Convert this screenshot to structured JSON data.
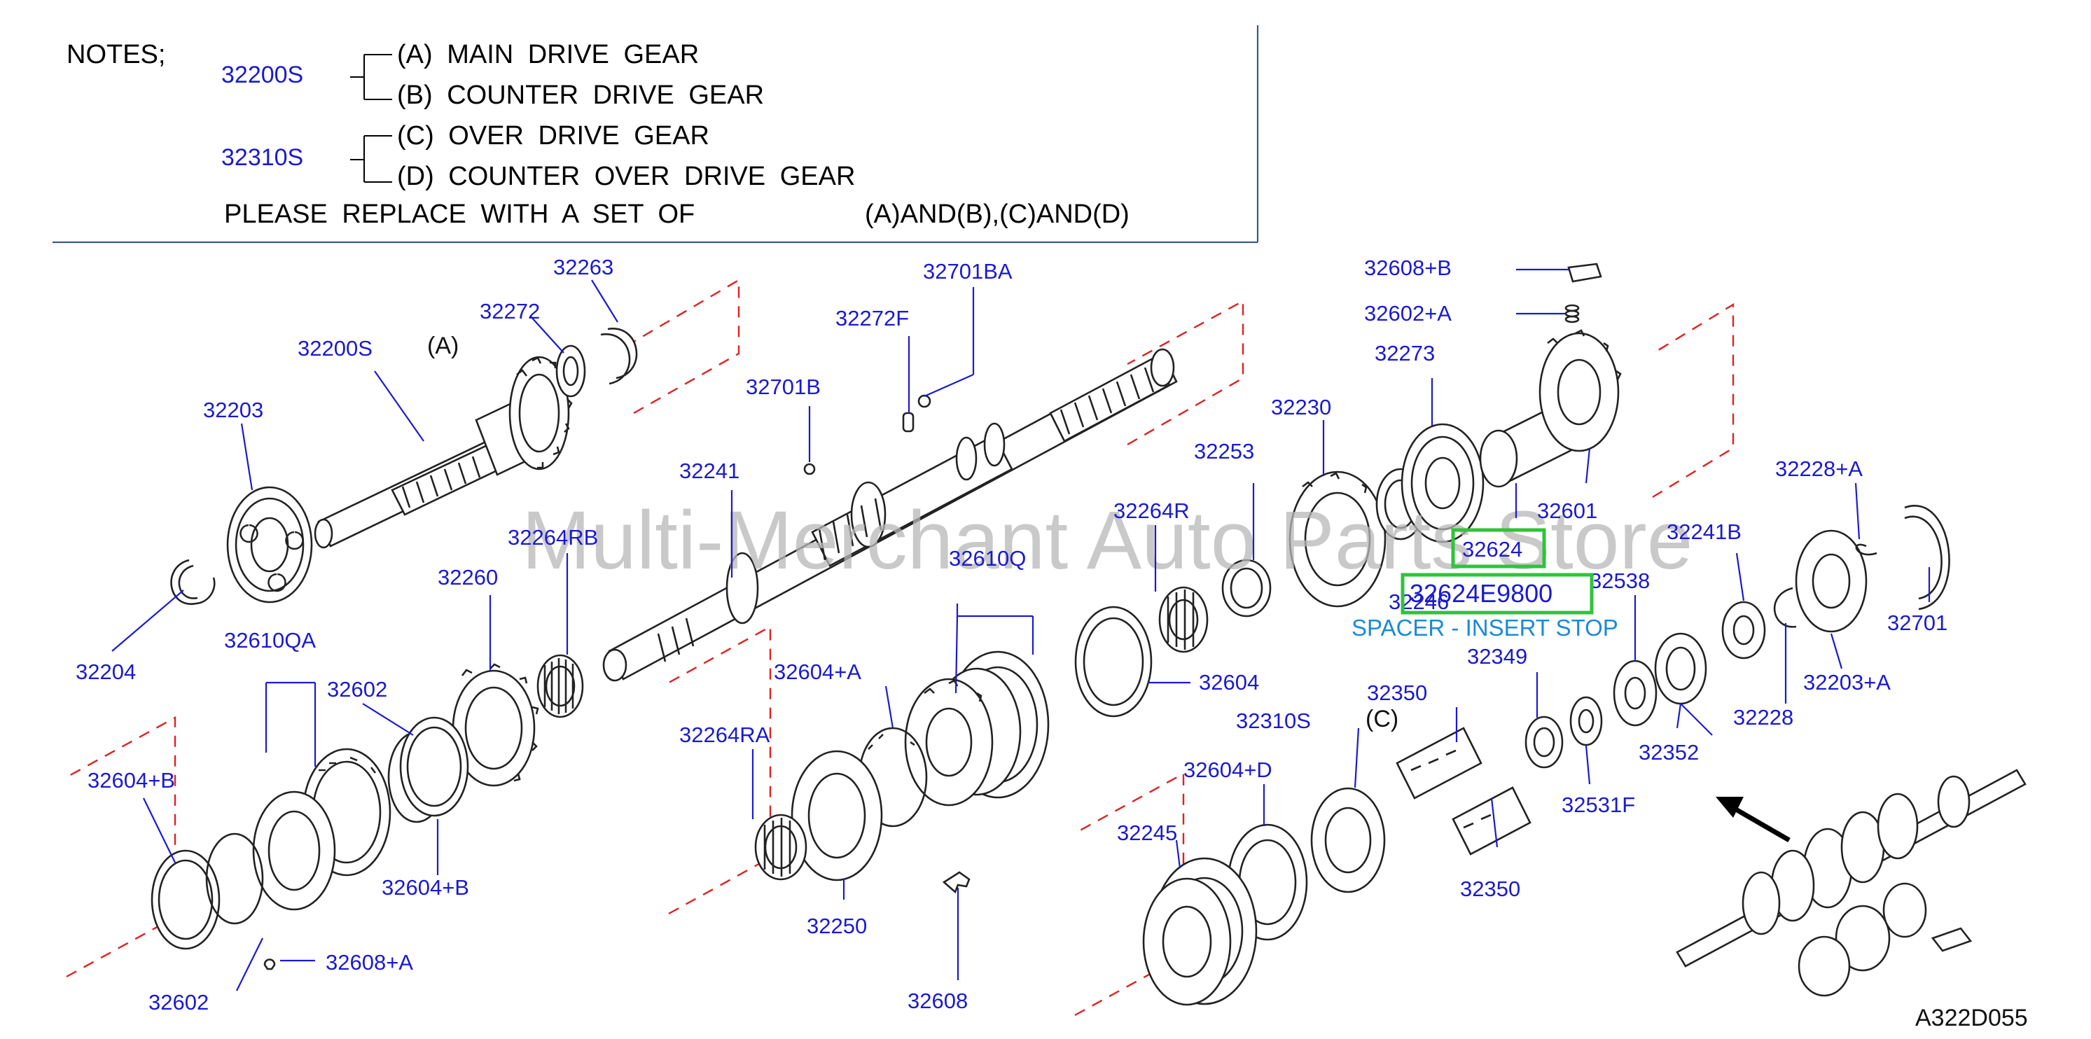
{
  "notes": {
    "heading": "NOTES;",
    "group1_code": "32200S",
    "line_a": "(A)  MAIN  DRIVE  GEAR",
    "line_b": "(B)  COUNTER  DRIVE  GEAR",
    "group2_code": "32310S",
    "line_c": "(C)  OVER  DRIVE  GEAR",
    "line_d": "(D)  COUNTER  OVER  DRIVE  GEAR",
    "replace_text": "PLEASE  REPLACE  WITH  A  SET  OF",
    "replace_sets": "(A)AND(B),(C)AND(D)"
  },
  "watermark": "Multi-Merchant Auto Parts Store",
  "callout": {
    "part_number": "32624E9800",
    "description": "SPACER - INSERT STOP",
    "highlighted_ref": "32624"
  },
  "drawing_code": "A322D055",
  "markers": {
    "a": "(A)",
    "c": "(C)"
  },
  "part_labels": [
    "32263",
    "32272",
    "32200S",
    "32203",
    "32204",
    "32701BA",
    "32272F",
    "32701B",
    "32241",
    "32264RB",
    "32260",
    "32610QA",
    "32602",
    "32604+B",
    "32604+B",
    "32602",
    "32608+A",
    "32610Q",
    "32604+A",
    "32264RA",
    "32250",
    "32608",
    "32264R",
    "32604",
    "32253",
    "32230",
    "32273",
    "32608+B",
    "32602+A",
    "32601",
    "32246",
    "32538",
    "32349",
    "32350",
    "32350",
    "32531F",
    "32310S",
    "32604+D",
    "32245",
    "32241B",
    "32228+A",
    "32701",
    "32203+A",
    "32228",
    "32352"
  ]
}
